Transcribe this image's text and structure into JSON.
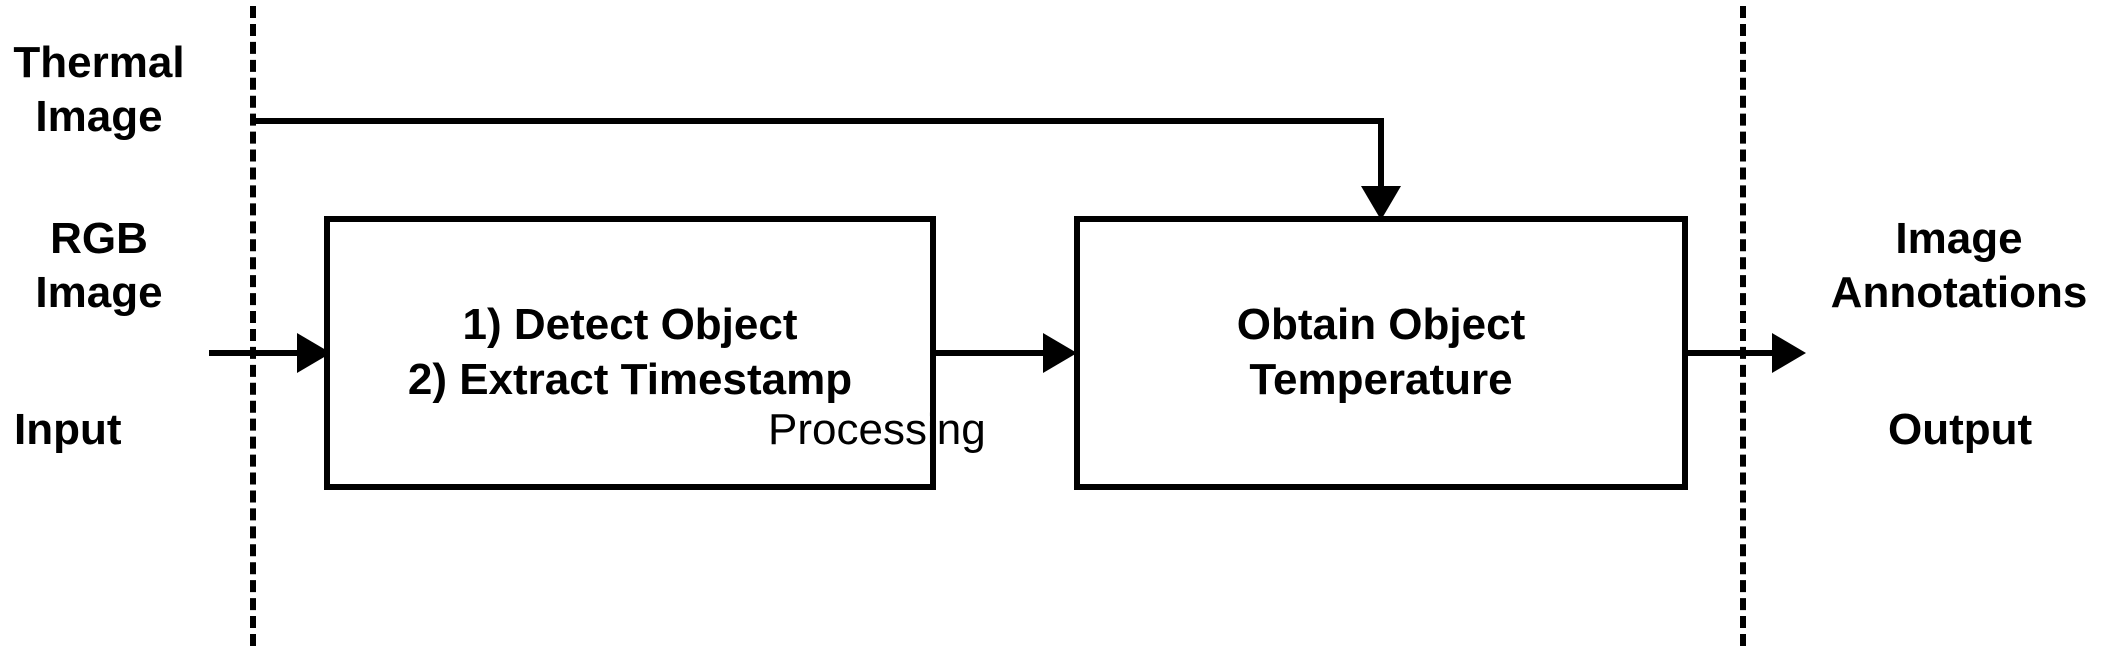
{
  "diagram": {
    "title": "Thermal and RGB image processing pipeline",
    "background_color": "#ffffff",
    "stroke_color": "#000000",
    "inputs": [
      {
        "id": "thermal",
        "label_line1": "Thermal",
        "label_line2": "Image"
      },
      {
        "id": "rgb",
        "label_line1": "RGB",
        "label_line2": "Image"
      }
    ],
    "boxes": [
      {
        "id": "detect",
        "line1": "1) Detect Object",
        "line2": "2) Extract Timestamp"
      },
      {
        "id": "temperature",
        "line1": "Obtain Object",
        "line2": "Temperature"
      }
    ],
    "outputs": [
      {
        "id": "annotations",
        "label_line1": "Image",
        "label_line2": "Annotations"
      }
    ],
    "stages": [
      {
        "id": "input",
        "label": "Input"
      },
      {
        "id": "processing",
        "label": "Processing"
      },
      {
        "id": "output",
        "label": "Output"
      }
    ],
    "connectors": [
      {
        "id": "thermal-to-temperature",
        "from": "thermal",
        "to": "temperature",
        "arrow": "down"
      },
      {
        "id": "rgb-to-detect",
        "from": "rgb",
        "to": "detect",
        "arrow": "right"
      },
      {
        "id": "detect-to-temperature",
        "from": "detect",
        "to": "temperature",
        "arrow": "right"
      },
      {
        "id": "temperature-to-annotations",
        "from": "temperature",
        "to": "annotations",
        "arrow": "right"
      }
    ],
    "dividers": [
      {
        "id": "input-divider",
        "style": "dashed"
      },
      {
        "id": "output-divider",
        "style": "dashed"
      }
    ]
  }
}
